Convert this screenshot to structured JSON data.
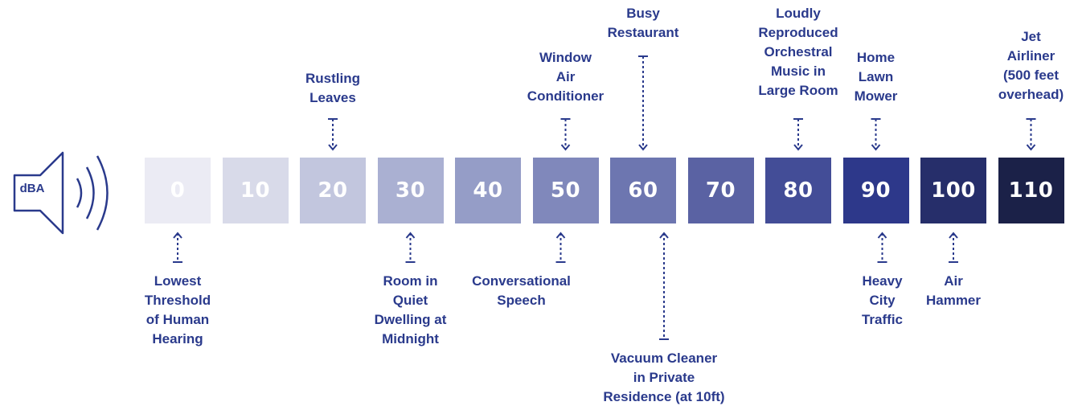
{
  "unit_label": "dBA",
  "colors": {
    "label_text": "#2a3a8c",
    "connector": "#2a3a8c",
    "levels": [
      "#ebebf4",
      "#d8dae9",
      "#c2c6de",
      "#aab0d2",
      "#959dc7",
      "#8088bb",
      "#6d76b0",
      "#5a62a3",
      "#434d97",
      "#2d388a",
      "#262e6a",
      "#1b2148"
    ]
  },
  "levels": [
    "0",
    "10",
    "20",
    "30",
    "40",
    "50",
    "60",
    "70",
    "80",
    "90",
    "100",
    "110"
  ],
  "annotations_above": [
    {
      "level_index": 2,
      "lines": [
        "Rustling",
        "Leaves"
      ]
    },
    {
      "level_index": 5,
      "lines": [
        "Window",
        "Air",
        "Conditioner"
      ]
    },
    {
      "level_index": 6,
      "lines": [
        "Busy",
        "Restaurant"
      ]
    },
    {
      "level_index": 8,
      "lines": [
        "Loudly",
        "Reproduced",
        "Orchestral",
        "Music in",
        "Large Room"
      ]
    },
    {
      "level_index": 9,
      "lines": [
        "Home",
        "Lawn",
        "Mower"
      ]
    },
    {
      "level_index": 11,
      "lines": [
        "Jet",
        "Airliner",
        "(500 feet",
        "overhead)"
      ]
    }
  ],
  "annotations_below": [
    {
      "level_index": 0,
      "lines": [
        "Lowest",
        "Threshold",
        "of Human",
        "Hearing"
      ]
    },
    {
      "level_index": 3,
      "lines": [
        "Room in",
        "Quiet",
        "Dwelling at",
        "Midnight"
      ]
    },
    {
      "level_index": 5,
      "lines": [
        "Conversational",
        "Speech"
      ]
    },
    {
      "level_index": 6,
      "lines": [
        "Vacuum Cleaner",
        "in Private",
        "Residence (at 10ft)"
      ]
    },
    {
      "level_index": 9,
      "lines": [
        "Heavy",
        "City",
        "Traffic"
      ]
    },
    {
      "level_index": 10,
      "lines": [
        "Air",
        "Hammer"
      ]
    }
  ]
}
